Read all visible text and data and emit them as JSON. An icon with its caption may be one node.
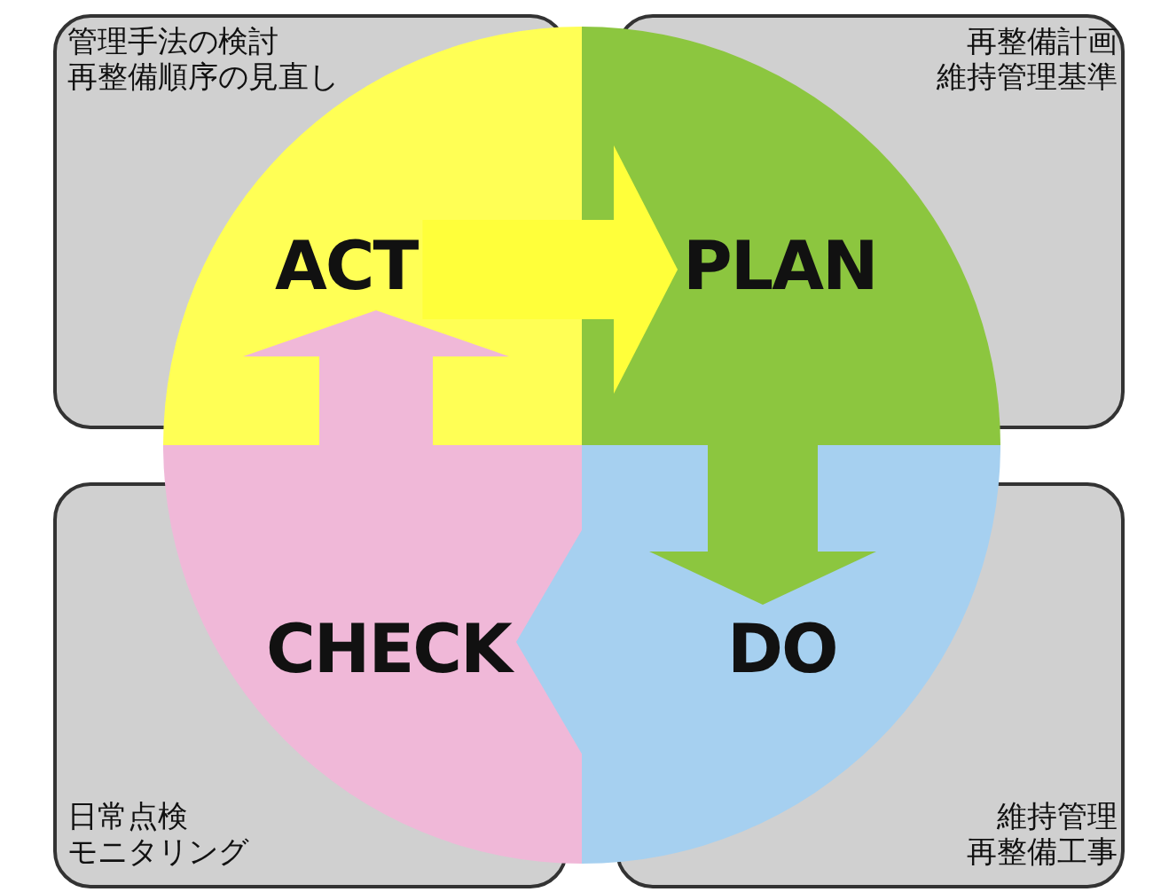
{
  "diagram": {
    "nodes": [
      {
        "text": [
          "管理手法の検討",
          "再整備順序の見直し"
        ]
      },
      {
        "text": [
          "再整備計画",
          "維持管理基準"
        ]
      },
      {
        "text": [
          "日常点検",
          "モニタリング"
        ]
      },
      {
        "text": [
          "維持管理",
          "再整備工事"
        ]
      },
      {
        "text": [
          "ACT"
        ]
      },
      {
        "text": [
          "PLAN"
        ]
      },
      {
        "text": [
          "DO"
        ]
      },
      {
        "text": [
          "CHECK"
        ]
      }
    ],
    "edges": [
      {
        "from": 4,
        "to": 5,
        "arrow": "to",
        "color": "#ffff3a"
      },
      {
        "from": 5,
        "to": 6,
        "arrow": "to",
        "color": "#8cc63f"
      },
      {
        "from": 6,
        "to": 7,
        "arrow": "to",
        "color": "#a6d0f0"
      },
      {
        "from": 7,
        "to": 4,
        "arrow": "to",
        "color": "#f0b8d8"
      }
    ]
  }
}
